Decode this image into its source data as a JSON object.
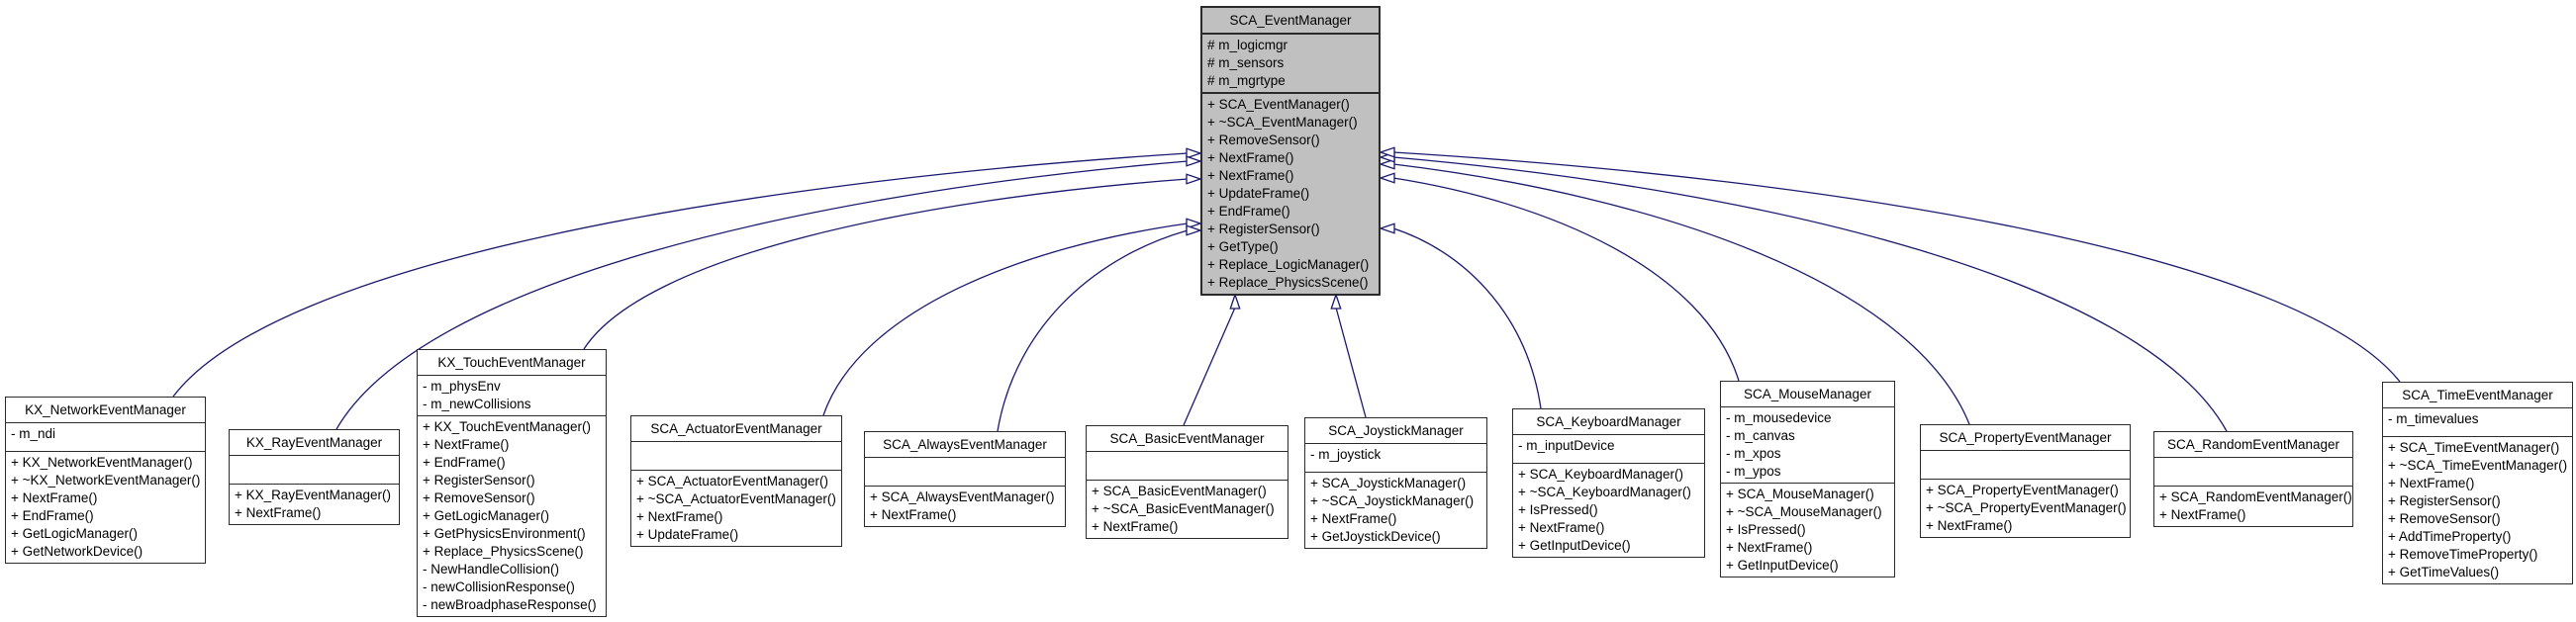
{
  "diagram_type": "uml-inheritance-graph",
  "colors": {
    "edge": "#191970",
    "node_fill": "#ffffff",
    "root_fill": "#c0c0c0",
    "border": "#2b2b2b",
    "background": "#ffffff"
  },
  "classes": [
    {
      "id": "sca_event_manager",
      "name": "SCA_EventManager",
      "root": true,
      "attributes": [
        "# m_logicmgr",
        "# m_sensors",
        "# m_mgrtype"
      ],
      "methods": [
        "+ SCA_EventManager()",
        "+ ~SCA_EventManager()",
        "+ RemoveSensor()",
        "+ NextFrame()",
        "+ NextFrame()",
        "+ UpdateFrame()",
        "+ EndFrame()",
        "+ RegisterSensor()",
        "+ GetType()",
        "+ Replace_LogicManager()",
        "+ Replace_PhysicsScene()"
      ]
    },
    {
      "id": "kx_network_event_manager",
      "name": "KX_NetworkEventManager",
      "root": false,
      "attributes": [
        "- m_ndi"
      ],
      "methods": [
        "+ KX_NetworkEventManager()",
        "+ ~KX_NetworkEventManager()",
        "+ NextFrame()",
        "+ EndFrame()",
        "+ GetLogicManager()",
        "+ GetNetworkDevice()"
      ]
    },
    {
      "id": "kx_ray_event_manager",
      "name": "KX_RayEventManager",
      "root": false,
      "attributes": [],
      "methods": [
        "+ KX_RayEventManager()",
        "+ NextFrame()"
      ]
    },
    {
      "id": "kx_touch_event_manager",
      "name": "KX_TouchEventManager",
      "root": false,
      "attributes": [
        "- m_physEnv",
        "- m_newCollisions"
      ],
      "methods": [
        "+ KX_TouchEventManager()",
        "+ NextFrame()",
        "+ EndFrame()",
        "+ RegisterSensor()",
        "+ RemoveSensor()",
        "+ GetLogicManager()",
        "+ GetPhysicsEnvironment()",
        "+ Replace_PhysicsScene()",
        "- NewHandleCollision()",
        "- newCollisionResponse()",
        "- newBroadphaseResponse()"
      ]
    },
    {
      "id": "sca_actuator_event_manager",
      "name": "SCA_ActuatorEventManager",
      "root": false,
      "attributes": [],
      "methods": [
        "+ SCA_ActuatorEventManager()",
        "+ ~SCA_ActuatorEventManager()",
        "+ NextFrame()",
        "+ UpdateFrame()"
      ]
    },
    {
      "id": "sca_always_event_manager",
      "name": "SCA_AlwaysEventManager",
      "root": false,
      "attributes": [],
      "methods": [
        "+ SCA_AlwaysEventManager()",
        "+ NextFrame()"
      ]
    },
    {
      "id": "sca_basic_event_manager",
      "name": "SCA_BasicEventManager",
      "root": false,
      "attributes": [],
      "methods": [
        "+ SCA_BasicEventManager()",
        "+ ~SCA_BasicEventManager()",
        "+ NextFrame()"
      ]
    },
    {
      "id": "sca_joystick_manager",
      "name": "SCA_JoystickManager",
      "root": false,
      "attributes": [
        "- m_joystick"
      ],
      "methods": [
        "+ SCA_JoystickManager()",
        "+ ~SCA_JoystickManager()",
        "+ NextFrame()",
        "+ GetJoystickDevice()"
      ]
    },
    {
      "id": "sca_keyboard_manager",
      "name": "SCA_KeyboardManager",
      "root": false,
      "attributes": [
        "- m_inputDevice"
      ],
      "methods": [
        "+ SCA_KeyboardManager()",
        "+ ~SCA_KeyboardManager()",
        "+ IsPressed()",
        "+ NextFrame()",
        "+ GetInputDevice()"
      ]
    },
    {
      "id": "sca_mouse_manager",
      "name": "SCA_MouseManager",
      "root": false,
      "attributes": [
        "- m_mousedevice",
        "- m_canvas",
        "- m_xpos",
        "- m_ypos"
      ],
      "methods": [
        "+ SCA_MouseManager()",
        "+ ~SCA_MouseManager()",
        "+ IsPressed()",
        "+ NextFrame()",
        "+ GetInputDevice()"
      ]
    },
    {
      "id": "sca_property_event_manager",
      "name": "SCA_PropertyEventManager",
      "root": false,
      "attributes": [],
      "methods": [
        "+ SCA_PropertyEventManager()",
        "+ ~SCA_PropertyEventManager()",
        "+ NextFrame()"
      ]
    },
    {
      "id": "sca_random_event_manager",
      "name": "SCA_RandomEventManager",
      "root": false,
      "attributes": [],
      "methods": [
        "+ SCA_RandomEventManager()",
        "+ NextFrame()"
      ]
    },
    {
      "id": "sca_time_event_manager",
      "name": "SCA_TimeEventManager",
      "root": false,
      "attributes": [
        "- m_timevalues"
      ],
      "methods": [
        "+ SCA_TimeEventManager()",
        "+ ~SCA_TimeEventManager()",
        "+ NextFrame()",
        "+ RegisterSensor()",
        "+ RemoveSensor()",
        "+ AddTimeProperty()",
        "+ RemoveTimeProperty()",
        "+ GetTimeValues()"
      ]
    }
  ],
  "edges": [
    {
      "from": "kx_network_event_manager",
      "to": "sca_event_manager",
      "type": "inheritance"
    },
    {
      "from": "kx_ray_event_manager",
      "to": "sca_event_manager",
      "type": "inheritance"
    },
    {
      "from": "kx_touch_event_manager",
      "to": "sca_event_manager",
      "type": "inheritance"
    },
    {
      "from": "sca_actuator_event_manager",
      "to": "sca_event_manager",
      "type": "inheritance"
    },
    {
      "from": "sca_always_event_manager",
      "to": "sca_event_manager",
      "type": "inheritance"
    },
    {
      "from": "sca_basic_event_manager",
      "to": "sca_event_manager",
      "type": "inheritance"
    },
    {
      "from": "sca_joystick_manager",
      "to": "sca_event_manager",
      "type": "inheritance"
    },
    {
      "from": "sca_keyboard_manager",
      "to": "sca_event_manager",
      "type": "inheritance"
    },
    {
      "from": "sca_mouse_manager",
      "to": "sca_event_manager",
      "type": "inheritance"
    },
    {
      "from": "sca_property_event_manager",
      "to": "sca_event_manager",
      "type": "inheritance"
    },
    {
      "from": "sca_random_event_manager",
      "to": "sca_event_manager",
      "type": "inheritance"
    },
    {
      "from": "sca_time_event_manager",
      "to": "sca_event_manager",
      "type": "inheritance"
    }
  ]
}
